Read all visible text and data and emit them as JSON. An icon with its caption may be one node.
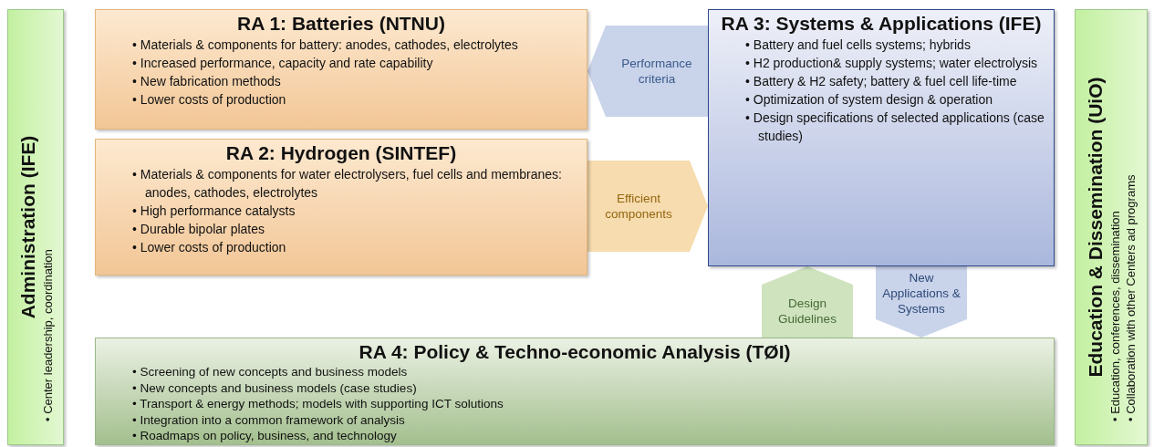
{
  "diagram": {
    "nodes": [
      {
        "text": [
          "Administration (IFE)",
          "• Center leadership, coordination"
        ]
      },
      {
        "text": [
          "RA 1: Batteries (NTNU)",
          "• Materials & components for battery: anodes, cathodes, electrolytes",
          "• Increased performance, capacity and rate capability",
          "• New fabrication methods",
          "• Lower costs of production"
        ]
      },
      {
        "text": [
          "RA 2: Hydrogen (SINTEF)",
          "• Materials & components for water electrolysers, fuel cells and membranes: anodes, cathodes, electrolytes",
          "• High performance catalysts",
          "• Durable bipolar plates",
          "• Lower costs of production"
        ]
      },
      {
        "text": [
          "RA 3: Systems & Applications (IFE)",
          "• Battery and fuel cells systems; hybrids",
          "• H2 production& supply systems; water electrolysis",
          "• Battery & H2 safety; battery & fuel cell life-time",
          "• Optimization of system design & operation",
          "• Design specifications of selected applications (case studies)"
        ]
      },
      {
        "text": [
          "RA 4: Policy & Techno-economic Analysis (TØI)",
          "• Screening of new concepts and business models",
          "• New concepts and business models (case studies)",
          "• Transport & energy methods;  models with supporting ICT solutions",
          "• Integration into a common framework of analysis",
          "• Roadmaps on policy, business, and technology"
        ]
      },
      {
        "text": [
          "Education & Dissemination (UiO)",
          "• Education, conferences, dissemination",
          "• Collaboration with other Centers ad programs"
        ]
      }
    ],
    "edges": [
      {
        "from": 3,
        "to": 1,
        "arrow": "to",
        "label": "Performance criteria"
      },
      {
        "from": 2,
        "to": 3,
        "arrow": "to",
        "label": "Efficient components",
        "color": "#f6dcae"
      },
      {
        "from": 4,
        "to": 3,
        "arrow": "to",
        "label": "Design Guidelines",
        "color": "#cfe3bf"
      },
      {
        "from": 3,
        "to": 4,
        "arrow": "to",
        "label": "New Applications & Systems"
      }
    ]
  }
}
